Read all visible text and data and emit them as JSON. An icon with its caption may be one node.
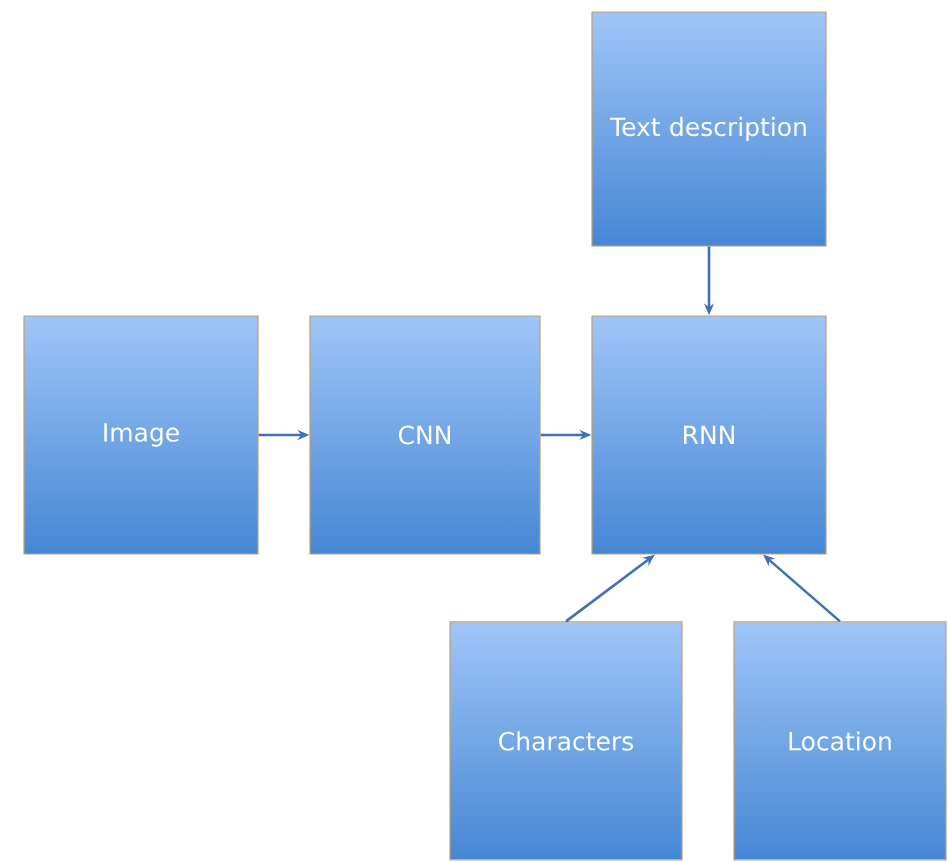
{
  "diagram": {
    "nodes": [
      {
        "text": [
          "Text description"
        ]
      },
      {
        "text": [
          "Image"
        ]
      },
      {
        "text": [
          "CNN"
        ]
      },
      {
        "text": [
          "RNN"
        ]
      },
      {
        "text": [
          "Characters"
        ]
      },
      {
        "text": [
          "Location"
        ]
      }
    ],
    "edges": [
      {
        "from": 0,
        "to": 3,
        "arrow": "to"
      },
      {
        "from": 1,
        "to": 2,
        "arrow": "to"
      },
      {
        "from": 2,
        "to": 3,
        "arrow": "to"
      },
      {
        "from": 4,
        "to": 3,
        "arrow": "to"
      },
      {
        "from": 5,
        "to": 3,
        "arrow": "to"
      }
    ]
  }
}
